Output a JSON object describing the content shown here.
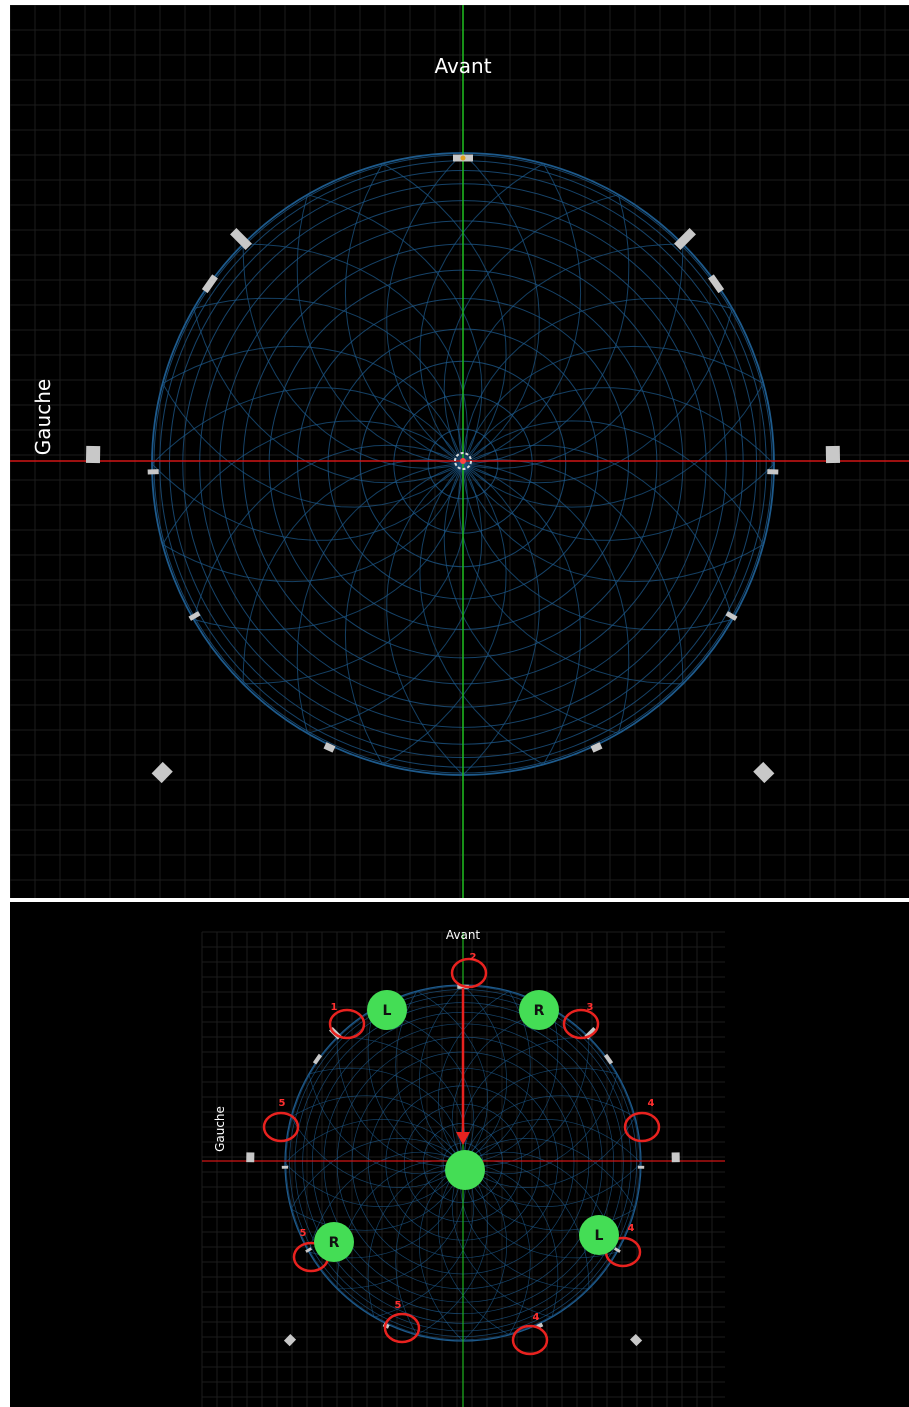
{
  "top_view": {
    "front_label": "Avant",
    "left_label": "Gauche"
  },
  "annotated_view": {
    "front_label": "Avant",
    "left_label": "Gauche",
    "speaker_numbers": [
      "1",
      "2",
      "3",
      "4",
      "4",
      "4",
      "5",
      "5",
      "5"
    ],
    "channel_badges": [
      "L",
      "R",
      "R",
      "L"
    ]
  },
  "colors": {
    "background": "#000000",
    "sphere_wire": "#1d5a8c",
    "front_axis": "#1fb41f",
    "side_axis": "#d01515",
    "speaker": "#c8c8c8",
    "highlight_circle": "#e8221f",
    "badge": "#44dd55"
  }
}
